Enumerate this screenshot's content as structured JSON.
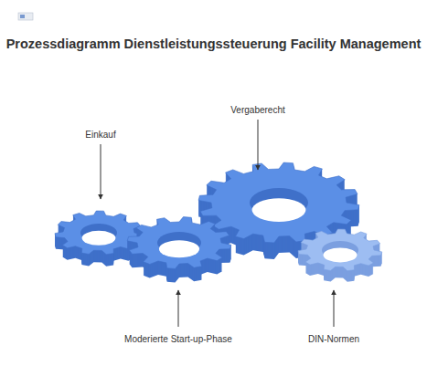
{
  "diagram": {
    "title": "Prozessdiagramm Dienstleistungssteuerung Facility Management",
    "labels": [
      "Einkauf",
      "Vergaberecht",
      "Moderierte Start-up-Phase",
      "DIN-Normen"
    ]
  }
}
